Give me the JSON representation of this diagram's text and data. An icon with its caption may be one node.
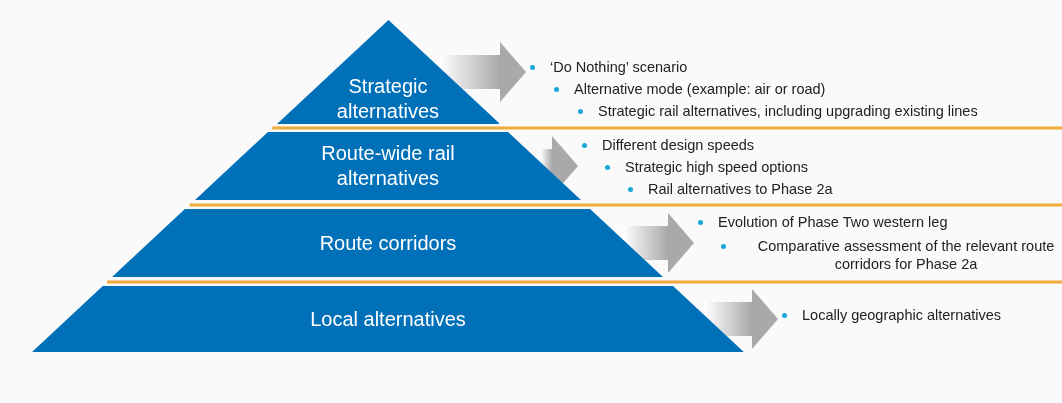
{
  "diagram": {
    "nodes": [
      {
        "text": [
          "Strategic alternatives"
        ]
      },
      {
        "text": [
          "Route-wide rail alternatives"
        ]
      },
      {
        "text": [
          "Route corridors"
        ]
      },
      {
        "text": [
          "Local alternatives"
        ]
      },
      {
        "text": [
          "‘Do Nothing’ scenario",
          "Alternative mode (example: air or road)",
          "Strategic rail alternatives, including upgrading existing lines"
        ]
      },
      {
        "text": [
          "Different design speeds",
          "Strategic high speed options",
          "Rail alternatives to Phase 2a"
        ]
      },
      {
        "text": [
          "Evolution of Phase Two western leg",
          "Comparative assessment of the relevant route corridors for Phase 2a"
        ]
      },
      {
        "text": [
          "Locally geographic alternatives"
        ]
      }
    ],
    "edges": [
      {
        "from": 0,
        "to": 4,
        "arrow": "to"
      },
      {
        "from": 1,
        "to": 5,
        "arrow": "to"
      },
      {
        "from": 2,
        "to": 6,
        "arrow": "to"
      },
      {
        "from": 3,
        "to": 7,
        "arrow": "to"
      }
    ]
  }
}
